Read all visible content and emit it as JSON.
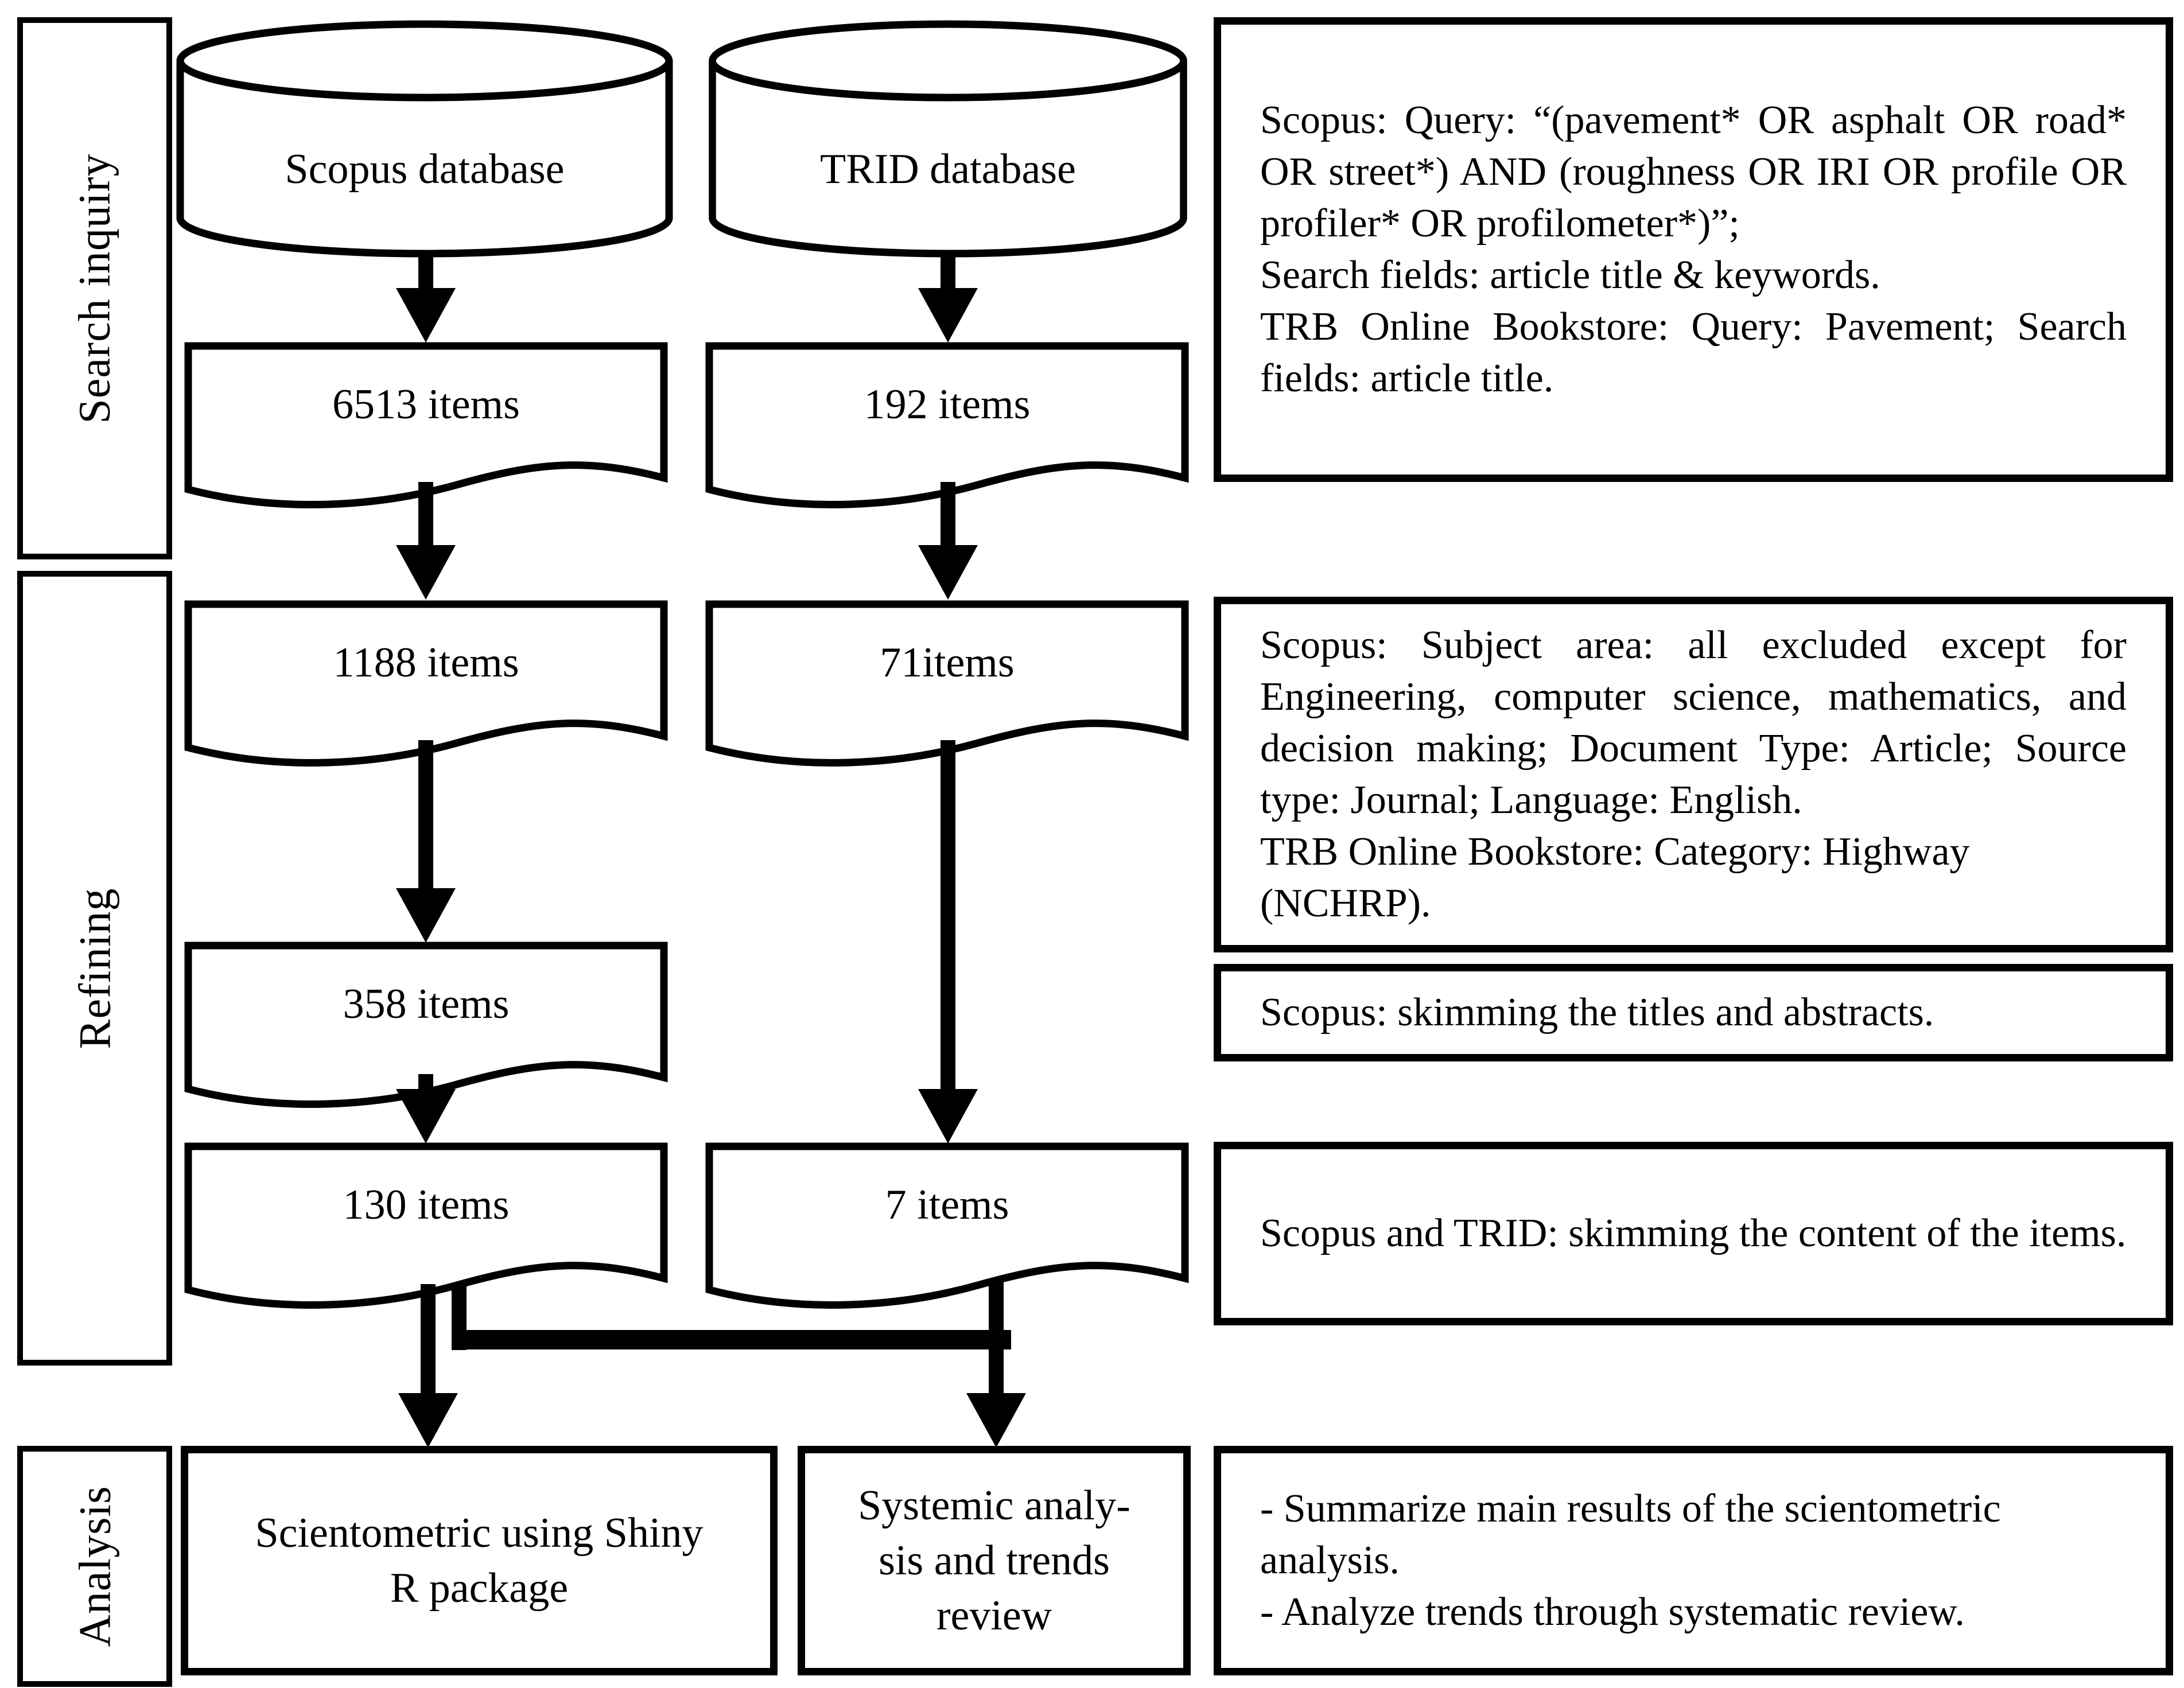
{
  "figure": {
    "stages": [
      {
        "label": "Search inquiry"
      },
      {
        "label": "Refining"
      },
      {
        "label": "Analysis"
      }
    ],
    "scopus": {
      "database": "Scopus database",
      "items_1": "6513 items",
      "items_2": "1188 items",
      "items_3": "358 items",
      "items_4": "130 items",
      "final_line_1": "Scientometric using Shiny",
      "final_line_2": "R package"
    },
    "trid": {
      "database": "TRID database",
      "items_1": "192 items",
      "items_2": "71items",
      "items_3": "7 items",
      "final_line_1": "Systemic analy-",
      "final_line_2": "sis and trends",
      "final_line_3": "review"
    },
    "notes": {
      "search_query_p1": "Scopus: Query: “(pavement* OR asphalt OR road* OR street*) AND (roughness OR IRI OR profile OR profiler* OR profilometer*)”;",
      "search_query_p2": "Search fields: article title & keywords.",
      "search_query_p3": "TRB Online Bookstore: Query: Pavement; Search fields: article title.",
      "refining_p1": "Scopus: Subject area: all excluded except for Engineering, computer science, mathematics, and decision making; Document Type: Article; Source type: Journal; Language: English.",
      "refining_p2": "TRB Online Bookstore: Category: Highway (NCHRP).",
      "skim_titles": "Scopus: skimming the titles and abstracts.",
      "skim_content": "Scopus and TRID: skimming the content of the items.",
      "analysis_p1": "- Summarize main results of the scientometric analysis.",
      "analysis_p2": "- Analyze trends through systematic review."
    },
    "colors": {
      "line": "#000000",
      "background": "#ffffff"
    }
  }
}
